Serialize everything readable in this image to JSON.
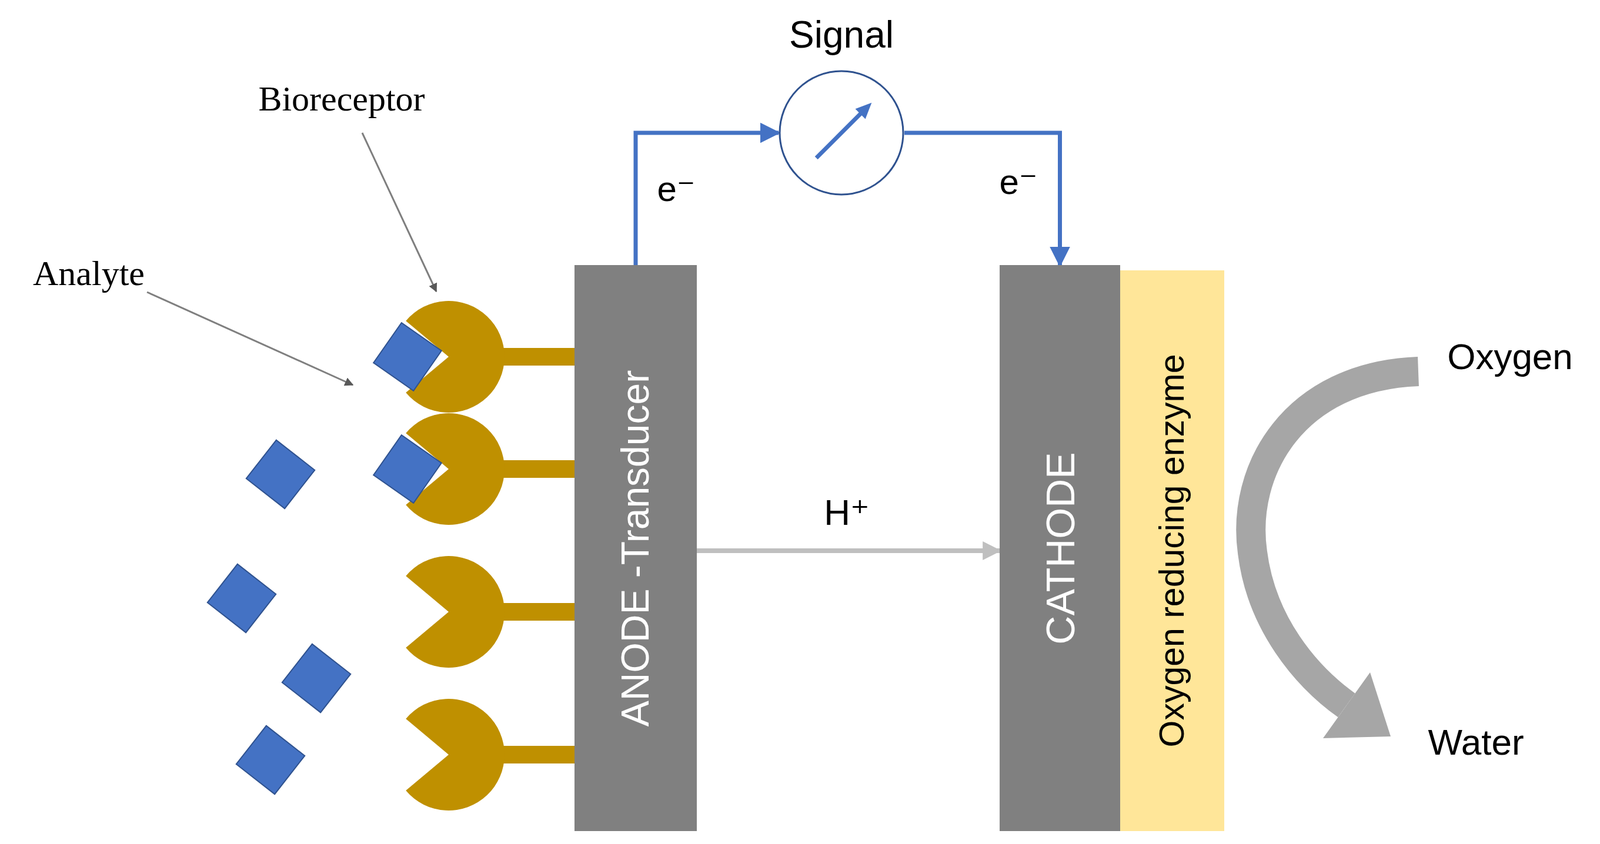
{
  "diagram": {
    "nodes": [
      {
        "text": [
          "Signal"
        ]
      },
      {
        "text": [
          "ANODE -Transducer"
        ]
      },
      {
        "text": [
          "CATHODE"
        ]
      },
      {
        "text": [
          "Oxygen reducing enzyme"
        ]
      }
    ],
    "edges": [
      {
        "from": 1,
        "to": 0,
        "arrow": "to",
        "label": "e⁻"
      },
      {
        "from": 0,
        "to": 2,
        "arrow": "to",
        "label": "e⁻"
      },
      {
        "from": 1,
        "to": 2,
        "arrow": "to",
        "label": "H⁺"
      }
    ],
    "labels": [
      "Bioreceptor",
      "Analyte",
      "Oxygen",
      "Water"
    ]
  }
}
